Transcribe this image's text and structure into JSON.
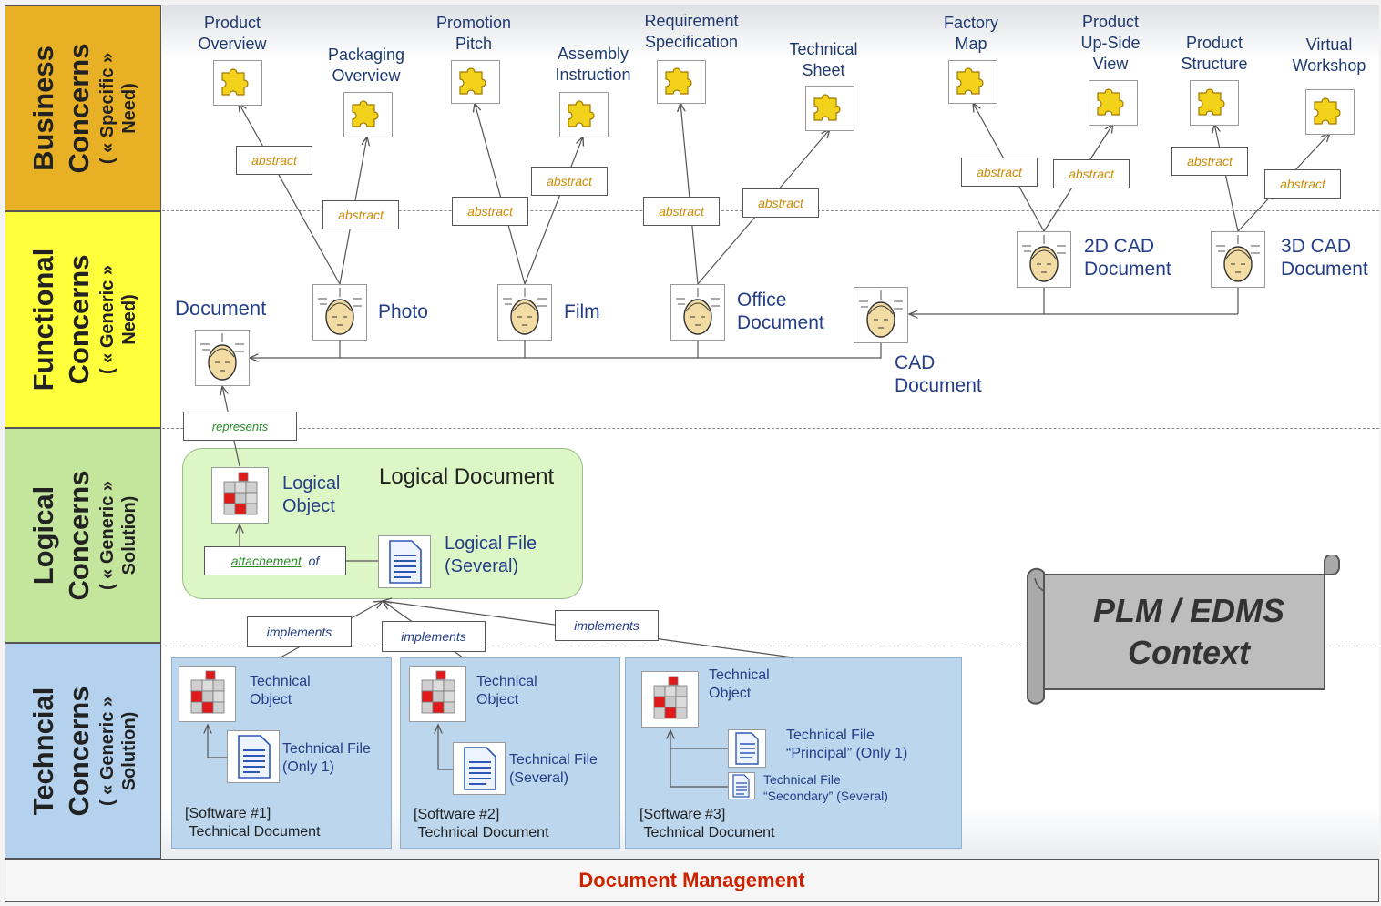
{
  "layers": [
    {
      "title": "Business",
      "subtitle": "Concerns",
      "detail": "( « Specific »",
      "detail2": "Need)",
      "color": "#e8b024"
    },
    {
      "title": "Functional",
      "subtitle": "Concerns",
      "detail": "( « Generic »",
      "detail2": "Need)",
      "color": "#ffff3c"
    },
    {
      "title": "Logical",
      "subtitle": "Concerns",
      "detail": "( « Generic »",
      "detail2": "Solution)",
      "color": "#c4e69c"
    },
    {
      "title": "Techncial",
      "subtitle": "Concerns",
      "detail": "( « Generic »",
      "detail2": "Solution)",
      "color": "#b4d2ee"
    }
  ],
  "business_needs": [
    {
      "line1": "Product",
      "line2": "Overview"
    },
    {
      "line1": "Packaging",
      "line2": "Overview"
    },
    {
      "line1": "Promotion",
      "line2": "Pitch"
    },
    {
      "line1": "Assembly",
      "line2": "Instruction"
    },
    {
      "line1": "Requirement",
      "line2": "Specification"
    },
    {
      "line1": "Technical",
      "line2": "Sheet"
    },
    {
      "line1": "Factory",
      "line2": "Map"
    },
    {
      "line1": "Product",
      "line2": "Up-Side",
      "line3": "View"
    },
    {
      "line1": "Product",
      "line2": "Structure"
    },
    {
      "line1": "Virtual",
      "line2": "Workshop"
    }
  ],
  "relations": {
    "abstract": "abstract",
    "represents": "represents",
    "attachement": "attachement",
    "of": "of",
    "implements": "implements"
  },
  "functional": {
    "document": "Document",
    "photo": "Photo",
    "film": "Film",
    "office_line1": "Office",
    "office_line2": "Document",
    "cad_line1": "CAD",
    "cad_line2": "Document",
    "cad2d_line1": "2D CAD",
    "cad2d_line2": "Document",
    "cad3d_line1": "3D CAD",
    "cad3d_line2": "Document"
  },
  "logical": {
    "title": "Logical Document",
    "object_line1": "Logical",
    "object_line2": "Object",
    "file_line1": "Logical File",
    "file_line2": "(Several)"
  },
  "technical": [
    {
      "object_line1": "Technical",
      "object_line2": "Object",
      "file_line1": "Technical File",
      "file_line2": "(Only 1)",
      "sw_line1": "[Software #1]",
      "sw_line2": "Technical Document"
    },
    {
      "object_line1": "Technical",
      "object_line2": "Object",
      "file_line1": "Technical File",
      "file_line2": "(Several)",
      "sw_line1": "[Software #2]",
      "sw_line2": "Technical Document"
    },
    {
      "object_line1": "Technical",
      "object_line2": "Object",
      "file_line1": "Technical File",
      "file_line2": "“Principal” (Only 1)",
      "file2_line1": "Technical File",
      "file2_line2": "“Secondary” (Several)",
      "sw_line1": "[Software #3]",
      "sw_line2": "Technical Document"
    }
  ],
  "context": {
    "line1": "PLM / EDMS",
    "line2": "Context"
  },
  "footer": {
    "label": "Document Management",
    "color": "#cc2200"
  }
}
